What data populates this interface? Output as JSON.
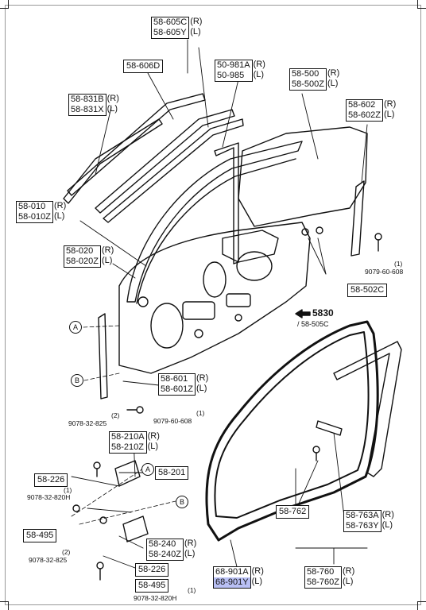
{
  "labels": {
    "l605": {
      "parts": [
        "58-605C",
        "58-605Y"
      ],
      "sides": [
        "(R)",
        "(L)"
      ]
    },
    "l606": {
      "parts": [
        "58-606D"
      ],
      "sides": []
    },
    "l981": {
      "parts": [
        "50-981A",
        "50-985"
      ],
      "sides": [
        "(R)",
        "(L)"
      ]
    },
    "l500": {
      "parts": [
        "58-500",
        "58-500Z"
      ],
      "sides": [
        "(R)",
        "(L)"
      ]
    },
    "l831": {
      "parts": [
        "58-831B",
        "58-831X"
      ],
      "sides": [
        "(R)",
        "(L)"
      ]
    },
    "l602": {
      "parts": [
        "58-602",
        "58-602Z"
      ],
      "sides": [
        "(R)",
        "(L)"
      ]
    },
    "l010": {
      "parts": [
        "58-010",
        "58-010Z"
      ],
      "sides": [
        "(R)",
        "(L)"
      ]
    },
    "l020": {
      "parts": [
        "58-020",
        "58-020Z"
      ],
      "sides": [
        "(R)",
        "(L)"
      ]
    },
    "l502": {
      "parts": [
        "58-502C"
      ],
      "sides": []
    },
    "l601": {
      "parts": [
        "58-601",
        "58-601Z"
      ],
      "sides": [
        "(R)",
        "(L)"
      ]
    },
    "l210": {
      "parts": [
        "58-210A",
        "58-210Z"
      ],
      "sides": [
        "(R)",
        "(L)"
      ]
    },
    "l226a": {
      "parts": [
        "58-226"
      ],
      "sides": []
    },
    "l201": {
      "parts": [
        "58-201"
      ],
      "sides": []
    },
    "l495a": {
      "parts": [
        "58-495"
      ],
      "sides": []
    },
    "l762": {
      "parts": [
        "58-762"
      ],
      "sides": []
    },
    "l763": {
      "parts": [
        "58-763A",
        "58-763Y"
      ],
      "sides": [
        "(R)",
        "(L)"
      ]
    },
    "l240": {
      "parts": [
        "58-240",
        "58-240Z"
      ],
      "sides": [
        "(R)",
        "(L)"
      ]
    },
    "l226b": {
      "parts": [
        "58-226"
      ],
      "sides": []
    },
    "l495b": {
      "parts": [
        "58-495"
      ],
      "sides": []
    },
    "l901": {
      "parts": [
        "68-901A",
        "68-901Y"
      ],
      "sides": [
        "(R)",
        "(L)"
      ]
    },
    "l760": {
      "parts": [
        "58-760",
        "58-760Z"
      ],
      "sides": [
        "(R)",
        "(L)"
      ]
    }
  },
  "small_texts": {
    "s9079a_qty": "(1)",
    "s9079a": "9079-60-608",
    "s9078a_qty": "(2)",
    "s9078a": "9078-32-825",
    "s9079b_qty": "(1)",
    "s9079b": "9079-60-608",
    "s9078h1_qty": "(1)",
    "s9078h1": "9078-32-820H",
    "s9078b_qty": "(2)",
    "s9078b": "9078-32-825",
    "s9078h2_qty": "(1)",
    "s9078h2": "9078-32-820H"
  },
  "callouts": {
    "a1": "A",
    "b1": "B",
    "a2": "A",
    "b2": "B"
  },
  "reference": {
    "code": "5830",
    "sub": "/ 58-505C"
  },
  "highlight_color": "#b9c0f5"
}
